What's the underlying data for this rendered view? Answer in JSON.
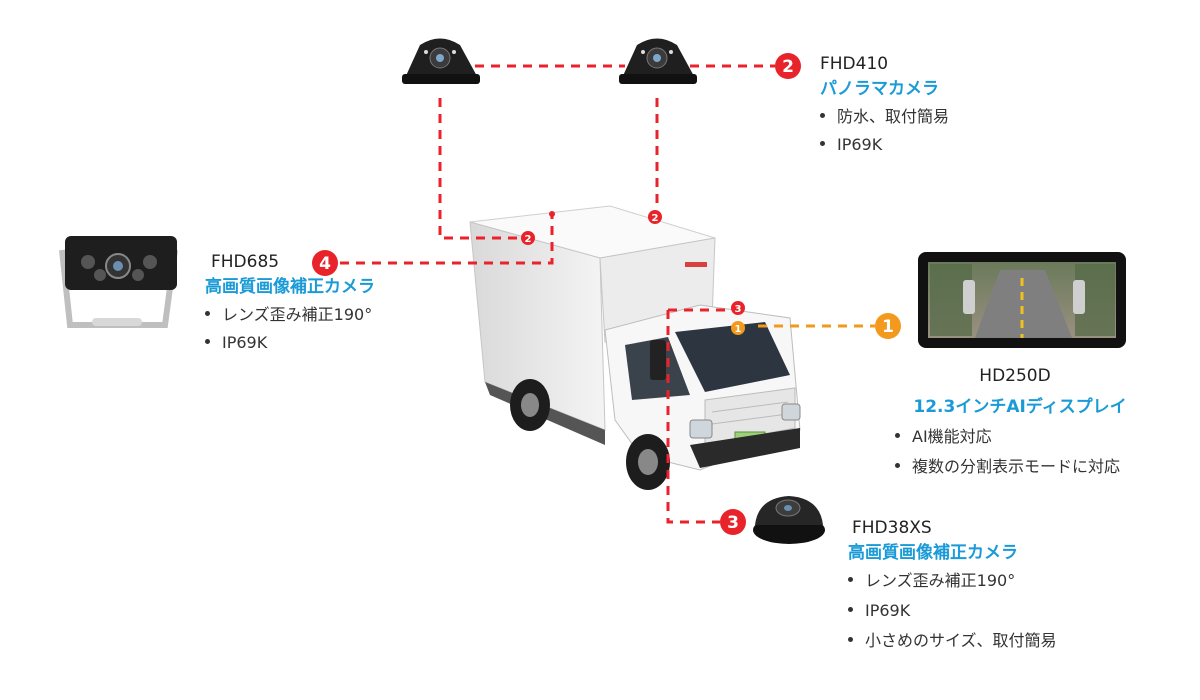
{
  "colors": {
    "red": "#e8232a",
    "orange": "#f39a1e",
    "accent": "#1a9bd7"
  },
  "badges": {
    "b1": "1",
    "b2": "2",
    "b3": "3",
    "b4": "4"
  },
  "fhd410": {
    "model": "FHD410",
    "subtitle": "パノラマカメラ",
    "features": [
      "防水、取付簡易",
      "IP69K"
    ]
  },
  "fhd685": {
    "model": "FHD685",
    "subtitle": "高画質画像補正カメラ",
    "features": [
      "レンズ歪み補正190°",
      "IP69K"
    ]
  },
  "hd250d": {
    "model": "HD250D",
    "subtitle": "12.3インチAIディスプレイ",
    "features": [
      "AI機能対応",
      "複数の分割表示モードに対応"
    ]
  },
  "fhd38xs": {
    "model": "FHD38XS",
    "subtitle": "高画質画像補正カメラ",
    "features": [
      "レンズ歪み補正190°",
      "IP69K",
      "小さめのサイズ、取付簡易"
    ]
  }
}
